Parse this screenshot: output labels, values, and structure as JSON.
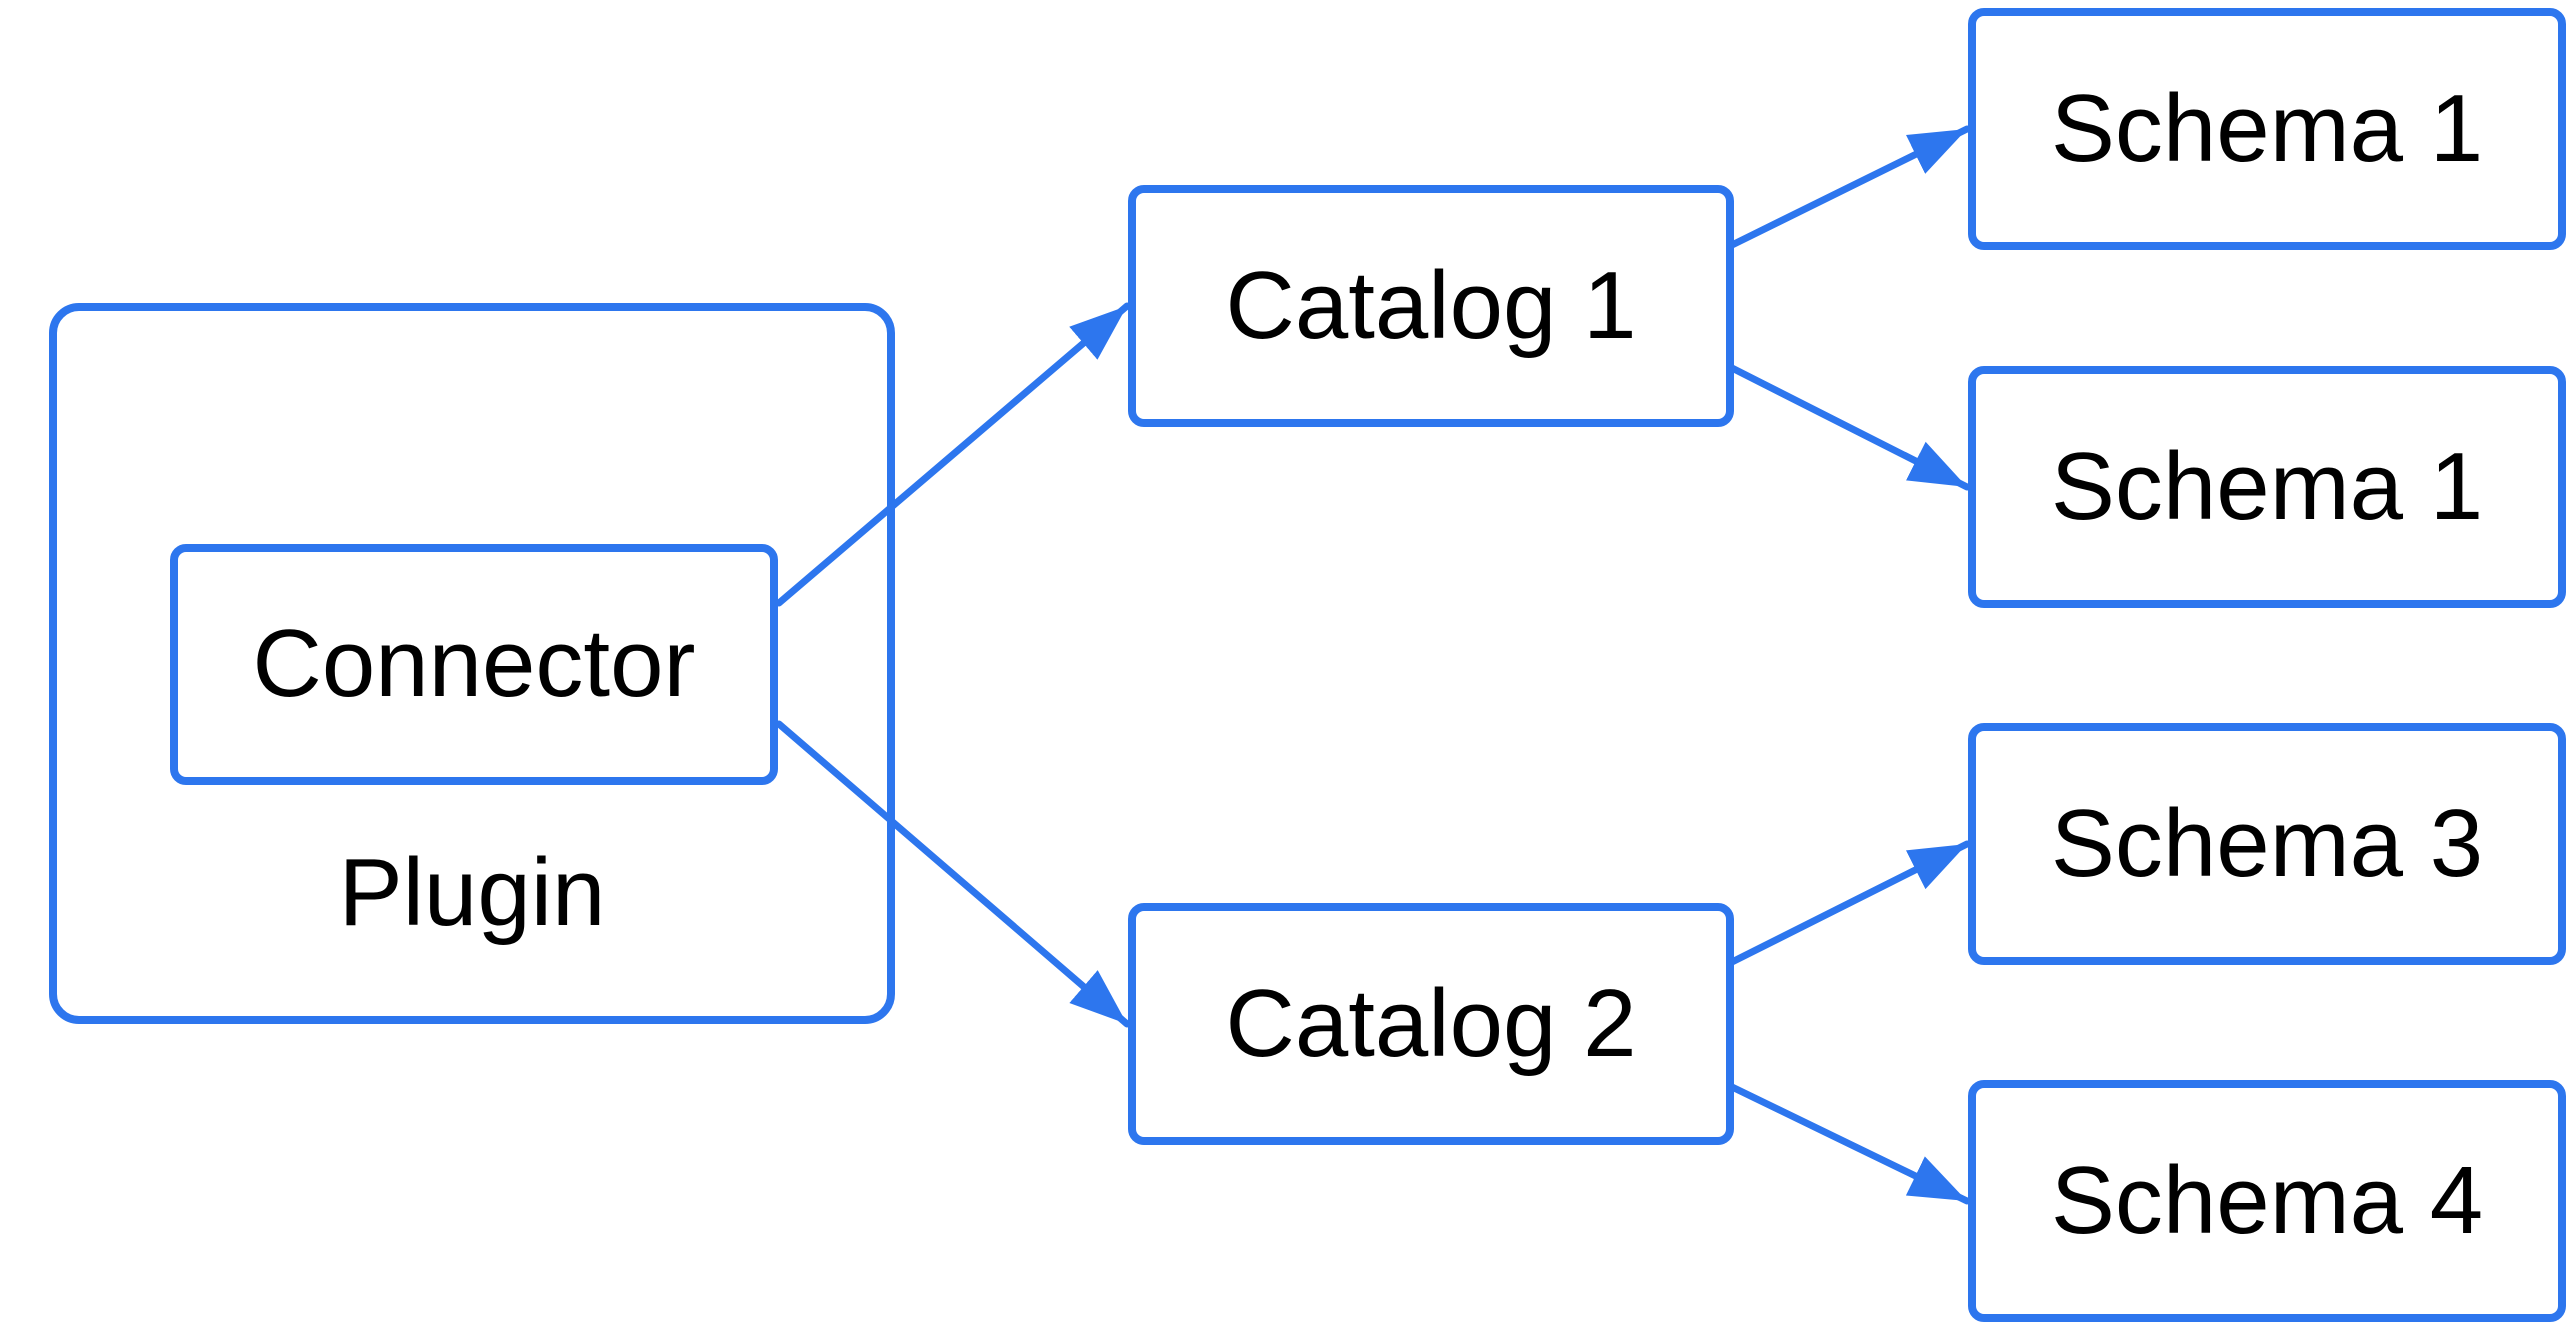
{
  "diagram": {
    "title": "Connector plugin catalog-schema hierarchy",
    "colors": {
      "stroke": "#2d76ee",
      "arrowhead": "#2d76ee",
      "node_fill": "#ffffff",
      "text": "#000000",
      "background": "#ffffff"
    },
    "nodes": [
      {
        "id": "plugin",
        "label": "Plugin"
      },
      {
        "id": "connector",
        "label": "Connector"
      },
      {
        "id": "catalog1",
        "label": "Catalog 1"
      },
      {
        "id": "catalog2",
        "label": "Catalog 2"
      },
      {
        "id": "schema1a",
        "label": "Schema 1"
      },
      {
        "id": "schema1b",
        "label": "Schema 1"
      },
      {
        "id": "schema3",
        "label": "Schema 3"
      },
      {
        "id": "schema4",
        "label": "Schema 4"
      }
    ],
    "edges": [
      {
        "from": "connector",
        "to": "catalog1"
      },
      {
        "from": "connector",
        "to": "catalog2"
      },
      {
        "from": "catalog1",
        "to": "schema1a"
      },
      {
        "from": "catalog1",
        "to": "schema1b"
      },
      {
        "from": "catalog2",
        "to": "schema3"
      },
      {
        "from": "catalog2",
        "to": "schema4"
      }
    ]
  }
}
